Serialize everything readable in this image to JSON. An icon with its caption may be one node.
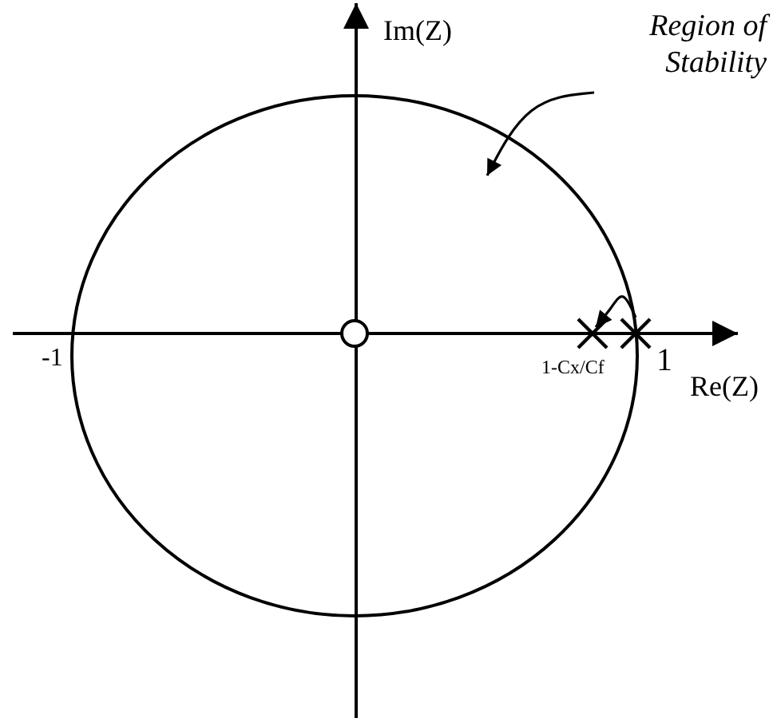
{
  "diagram": {
    "nodes": [
      {
        "text": [
          "Region of Stability"
        ]
      },
      {
        "text": [],
        "shape": "cross"
      },
      {
        "text": [],
        "shape": "cross"
      }
    ],
    "edges": [
      {
        "from": 0,
        "to": null,
        "arrow": "to"
      },
      {
        "from": 2,
        "to": 1,
        "arrow": "to"
      }
    ],
    "labels": [
      "Im(Z)",
      "-1",
      "1-Cx/Cf",
      "1",
      "Re(Z)"
    ]
  }
}
